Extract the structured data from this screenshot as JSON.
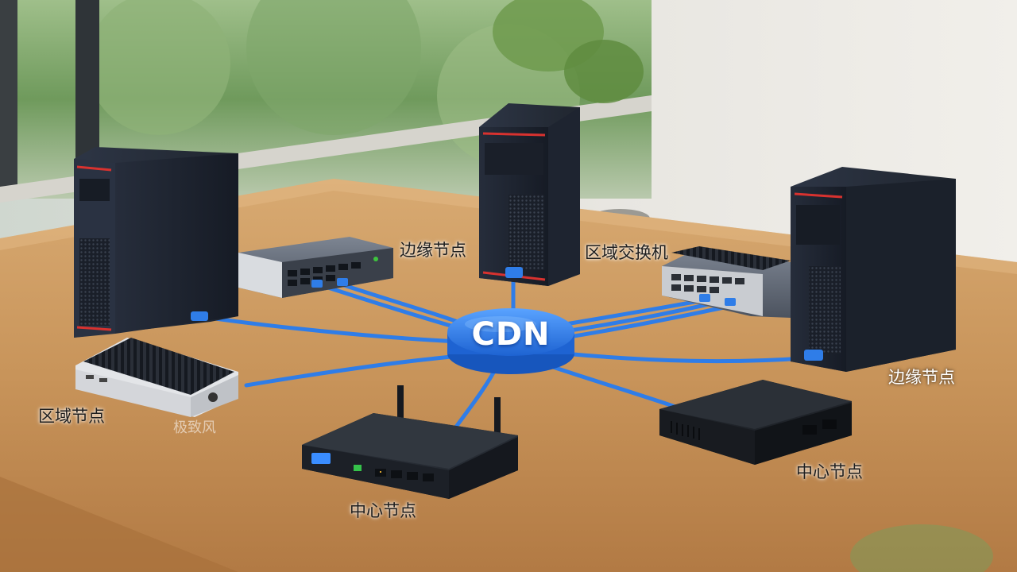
{
  "hub": {
    "label": "CDN"
  },
  "labels": {
    "edge_node_top": "边缘节点",
    "regional_switch": "区域交换机",
    "edge_node_right": "边缘节点",
    "regional_node": "区域节点",
    "center_node_bottom": "中心节点",
    "center_node_right": "中心节点"
  },
  "watermark": "极致风",
  "colors": {
    "cable": "#2f7de8",
    "hub": "#2b7be6",
    "tower": "#1f2633",
    "accent_red": "#d8322f",
    "table": "#c9955c"
  }
}
